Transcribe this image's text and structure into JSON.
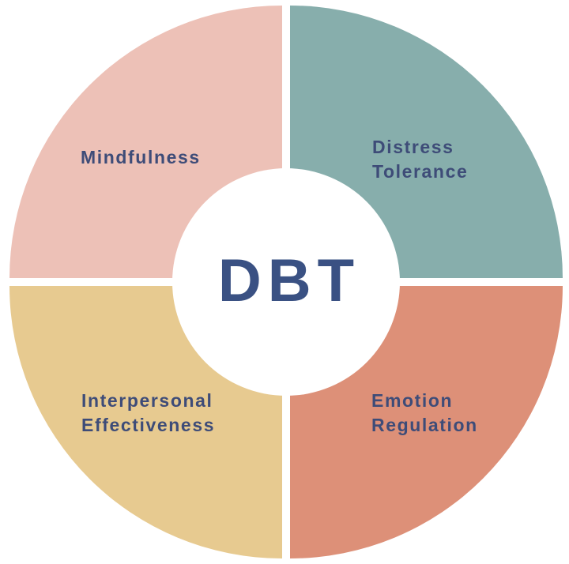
{
  "diagram": {
    "type": "quadrant-donut",
    "background": "#ffffff",
    "center": {
      "label": "DBT",
      "color": "#3a5183"
    },
    "label_color": "#3e4c78",
    "segments": [
      {
        "id": "mindfulness",
        "label": "Mindfulness",
        "lines": [
          "Mindfulness"
        ],
        "color": "#edc1b7",
        "position": "top-left"
      },
      {
        "id": "distress-tolerance",
        "label": "Distress Tolerance",
        "lines": [
          "Distress",
          "Tolerance"
        ],
        "color": "#87aeac",
        "position": "top-right"
      },
      {
        "id": "interpersonal-effectiveness",
        "label": "Interpersonal Effectiveness",
        "lines": [
          "Interpersonal",
          "Effectiveness"
        ],
        "color": "#e7ca90",
        "position": "bottom-left"
      },
      {
        "id": "emotion-regulation",
        "label": "Emotion Regulation",
        "lines": [
          "Emotion",
          "Regulation"
        ],
        "color": "#dd9078",
        "position": "bottom-right"
      }
    ]
  }
}
